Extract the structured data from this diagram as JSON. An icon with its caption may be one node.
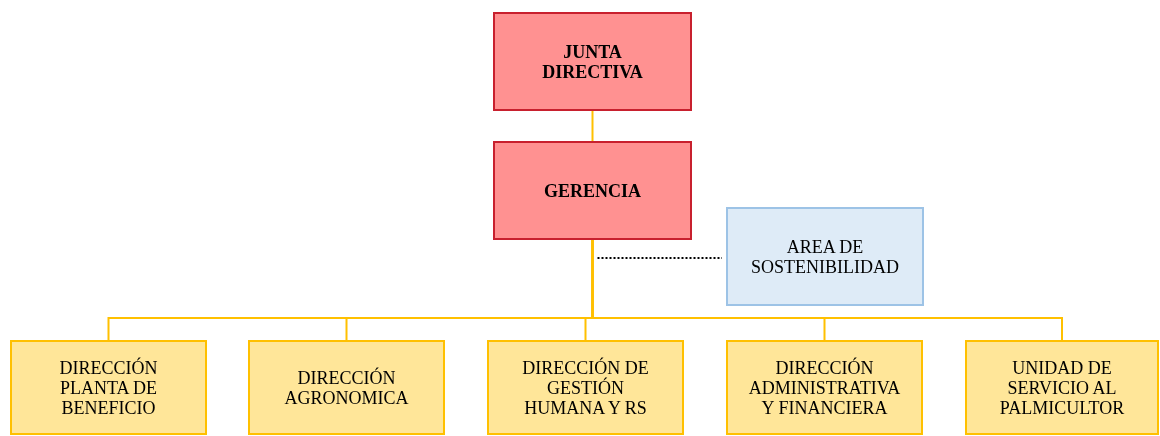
{
  "diagram": {
    "nodes": [
      {
        "text": [
          "JUNTA DIRECTIVA"
        ]
      },
      {
        "text": [
          "GERENCIA"
        ]
      },
      {
        "text": [
          "AREA DE SOSTENIBILIDAD"
        ]
      },
      {
        "text": [
          "DIRECCIÓN PLANTA DE BENEFICIO"
        ]
      },
      {
        "text": [
          "DIRECCIÓN AGRONOMICA"
        ]
      },
      {
        "text": [
          "DIRECCIÓN DE GESTIÓN HUMANA Y RS"
        ]
      },
      {
        "text": [
          "DIRECCIÓN ADMINISTRATIVA Y FINANCIERA"
        ]
      },
      {
        "text": [
          "UNIDAD DE SERVICIO AL PALMICULTOR"
        ]
      }
    ],
    "edges": [
      {
        "from": 0,
        "to": 1,
        "arrow": "none"
      },
      {
        "from": 1,
        "to": 2,
        "arrow": "none",
        "style": "dashed",
        "color": "#000000"
      },
      {
        "from": 1,
        "to": 3,
        "arrow": "none"
      },
      {
        "from": 1,
        "to": 4,
        "arrow": "none"
      },
      {
        "from": 1,
        "to": 5,
        "arrow": "none"
      },
      {
        "from": 1,
        "to": 6,
        "arrow": "none"
      },
      {
        "from": 1,
        "to": 7,
        "arrow": "none"
      }
    ]
  }
}
